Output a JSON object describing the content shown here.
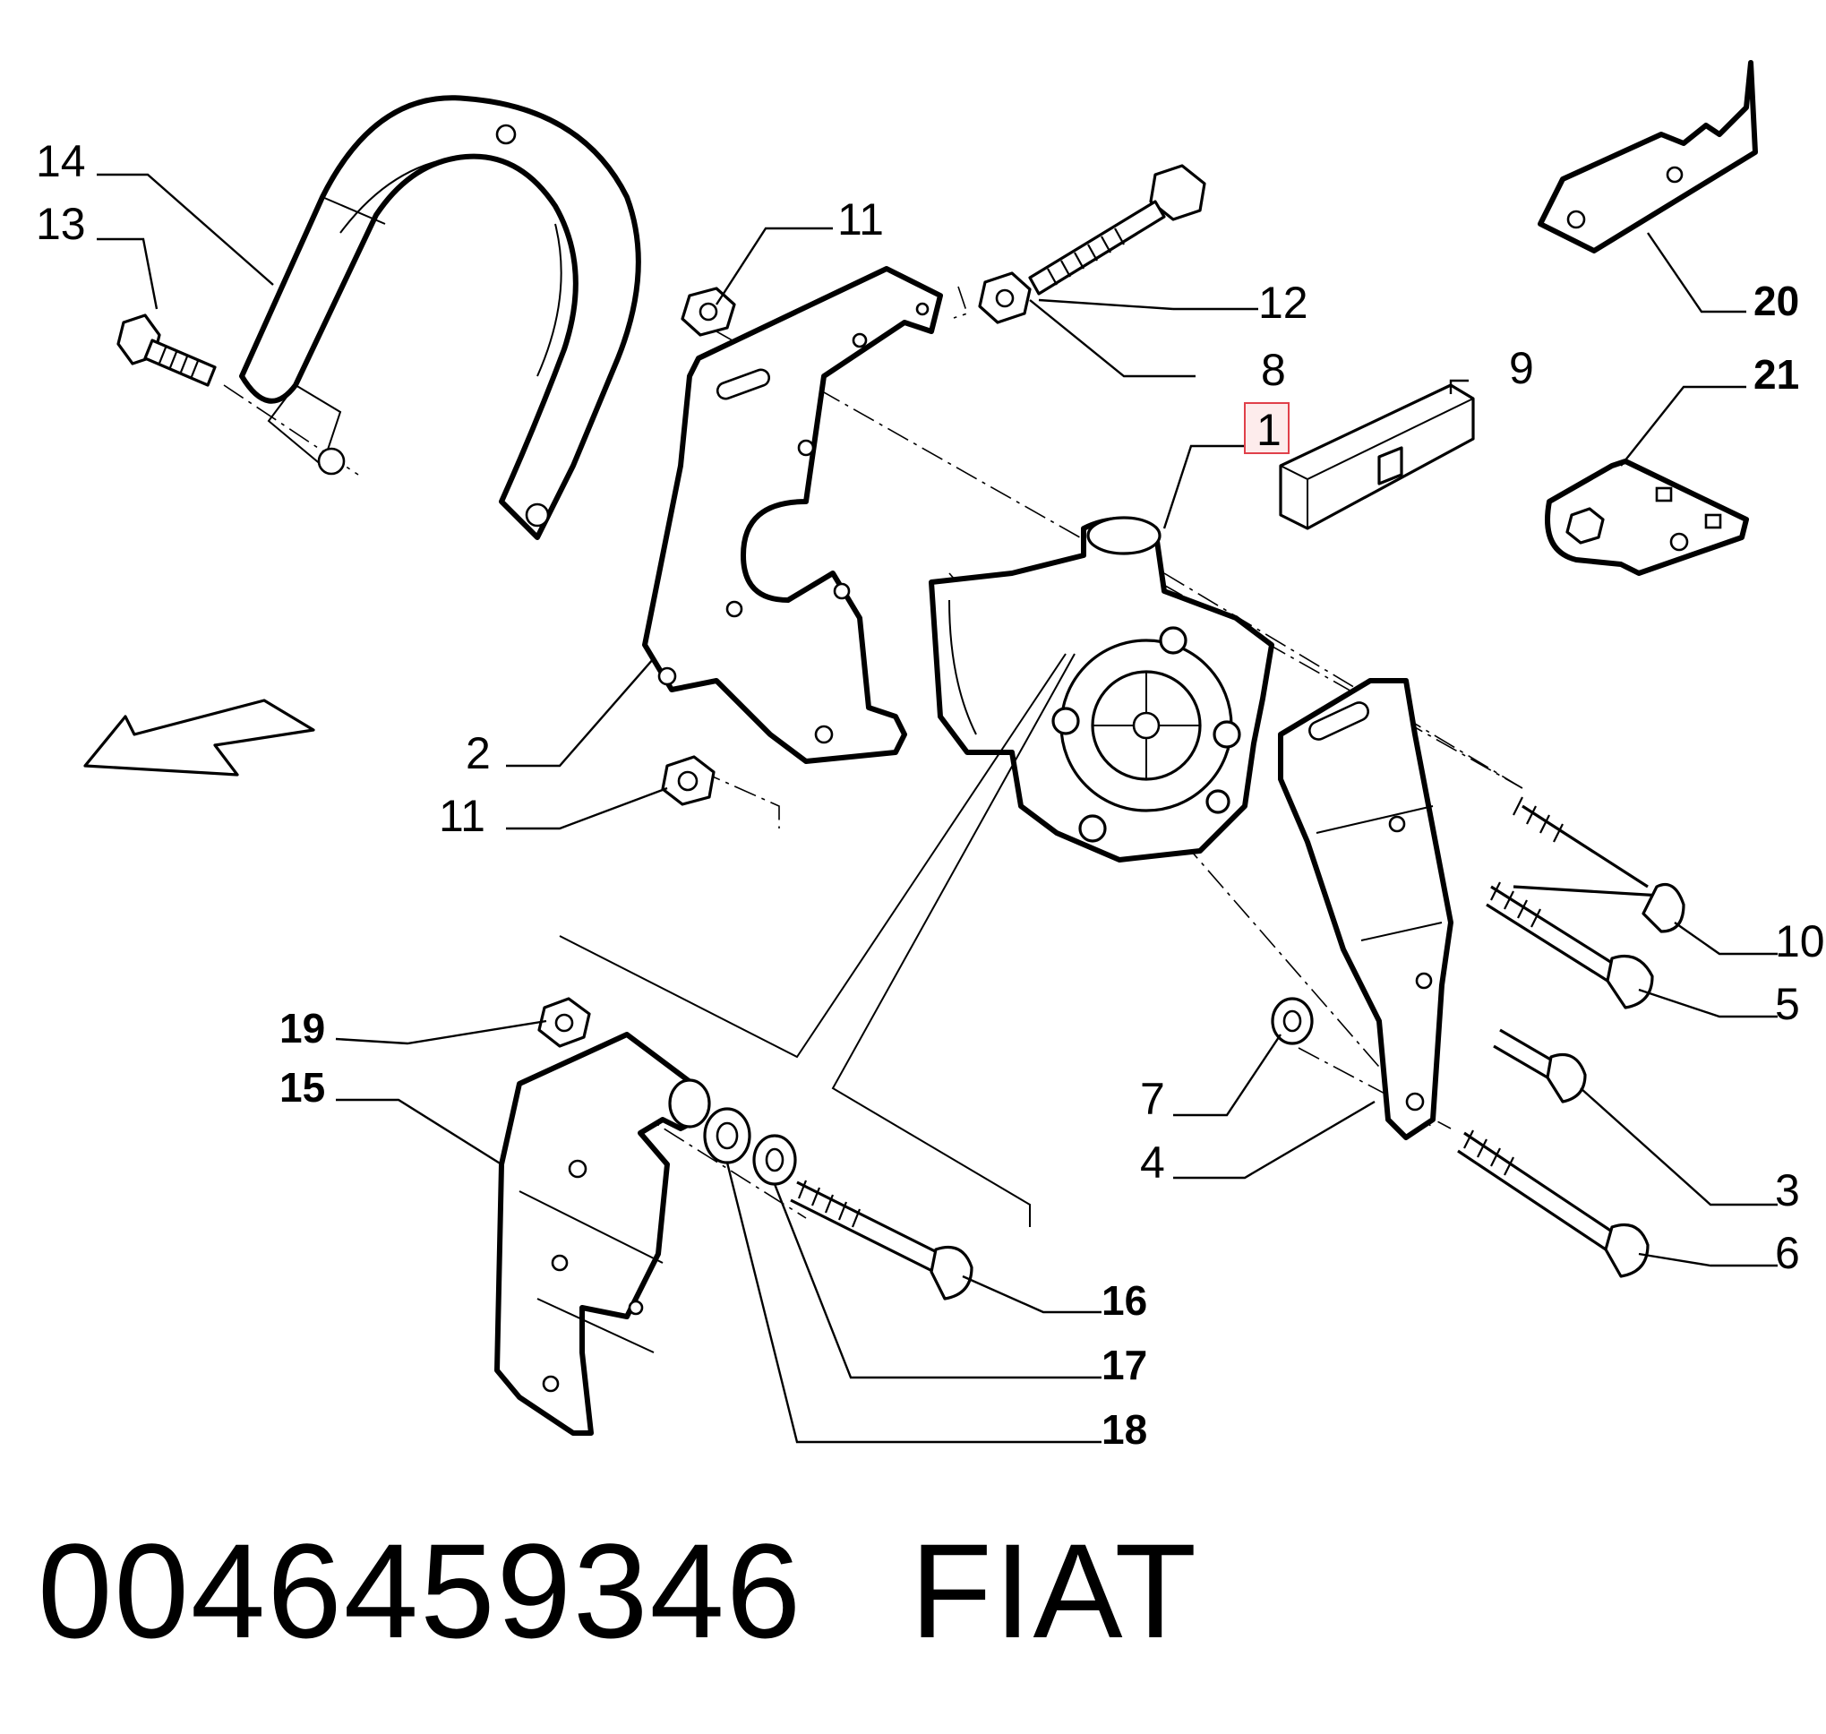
{
  "callouts": {
    "c1": "1",
    "c2": "2",
    "c3": "3",
    "c4": "4",
    "c5": "5",
    "c6": "6",
    "c7": "7",
    "c8": "8",
    "c9": "9",
    "c10": "10",
    "c11a": "11",
    "c11b": "11",
    "c12": "12",
    "c13": "13",
    "c14": "14",
    "c15": "15",
    "c16": "16",
    "c17": "17",
    "c18": "18",
    "c19": "19",
    "c20": "20",
    "c21": "21"
  },
  "highlight_color": "#e0404a",
  "footer": {
    "part_number": "0046459346",
    "brand": "FIAT"
  }
}
